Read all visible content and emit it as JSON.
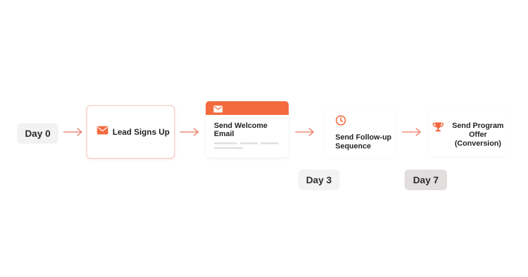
{
  "colors": {
    "accent": "#f26a3e",
    "arrow": "#ef8a76"
  },
  "timeline": {
    "day0": "Day 0",
    "day3": "Day 3",
    "day7": "Day 7"
  },
  "steps": {
    "lead": {
      "label": "Lead Signs Up",
      "icon": "envelope-icon"
    },
    "welcome": {
      "label": "Send Welcome Email",
      "icon": "envelope-icon"
    },
    "followup": {
      "label": "Send Follow-up Sequence",
      "icon": "clock-icon"
    },
    "offer": {
      "label_line1": "Send Program",
      "label_line2": "Offer (Conversion)",
      "icon": "trophy-icon"
    }
  }
}
